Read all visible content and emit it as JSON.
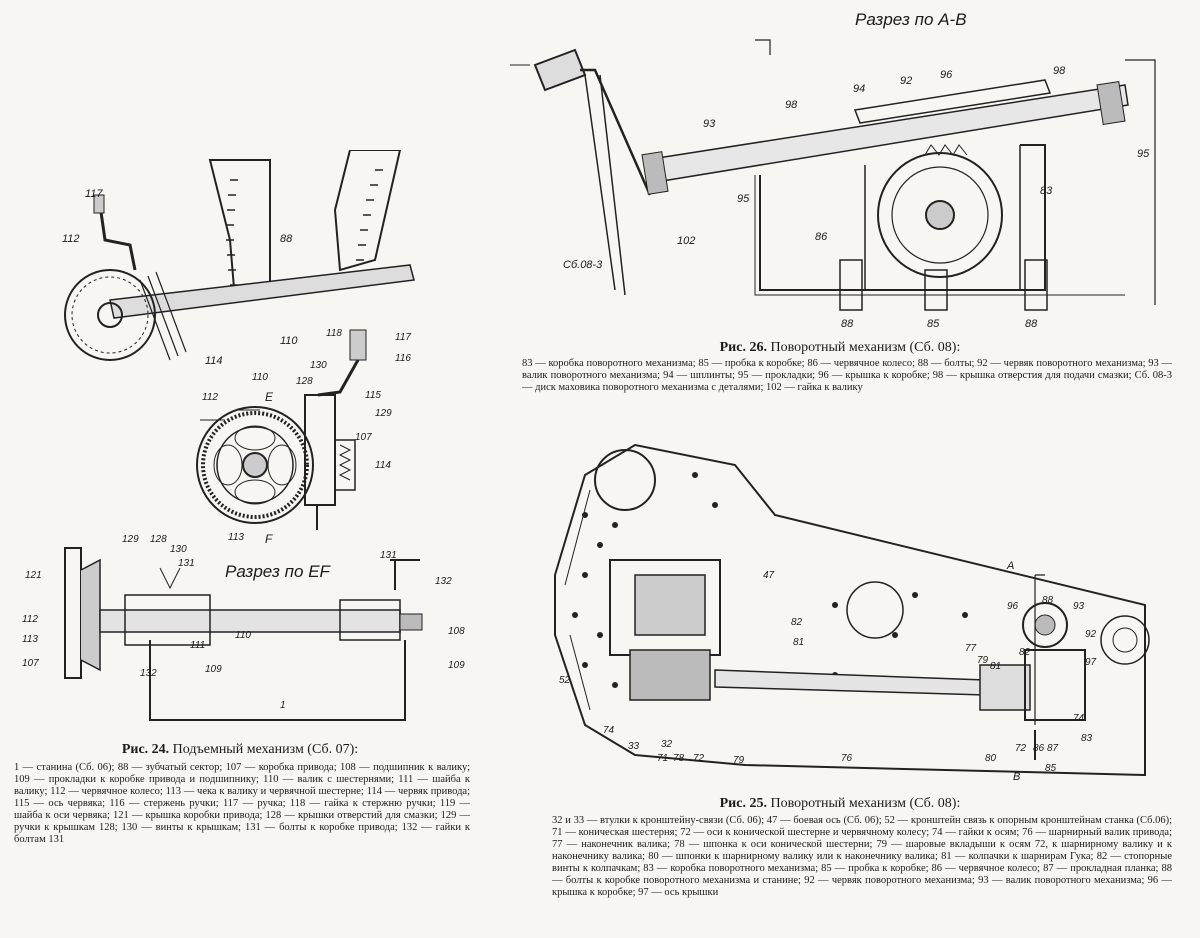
{
  "fig24": {
    "caption_num": "Рис. 24.",
    "caption_text": "Подъемный механизм (Сб. 07):",
    "section_label": "Разрез по EF",
    "legend": "1 — станина (Сб. 06); 88 — зубчатый сектор; 107 — коробка привода; 108 — подшипник к валику; 109 — прокладки к коробке привода и подшипнику; 110 — валик с шестернями; 111 — шайба к валику; 112 — червячное колесо; 113 — чека к валику и червячной шестерне; 114 — червяк привода; 115 — ось червяка; 116 — стержень ручки; 117 — ручка; 118 — гайка к стержню ручки; 119 — шайба к оси червяка; 121 — крышка коробки привода; 128 — крышки отверстий для смазки; 129 — ручки к крышкам 128; 130 — винты к крышкам; 131 — болты к коробке привода; 132 — гайки к болтам 131",
    "callouts": [
      "117",
      "112",
      "88",
      "110",
      "114",
      "118",
      "117",
      "116",
      "130",
      "128",
      "115",
      "129",
      "107",
      "114",
      "110",
      "E",
      "112",
      "113",
      "F",
      "129",
      "128",
      "130",
      "131",
      "121",
      "131",
      "132",
      "112",
      "113",
      "107",
      "111",
      "110",
      "108",
      "132",
      "109",
      "109",
      "1"
    ]
  },
  "fig26": {
    "caption_num": "Рис. 26.",
    "caption_text": "Поворотный механизм (Сб. 08):",
    "section_label": "Разрез по А-В",
    "legend": "83 — коробка поворотного механизма; 85 — пробка к коробке; 86 — червячное колесо; 88 — болты; 92 — червяк поворотного механизма; 93 — валик поворотного механизма; 94 — шплинты; 95 — прокладки; 96 — крышка к коробке; 98 — крышка отверстия для подачи смазки; Сб. 08-3 — диск маховика поворотного механизма с деталями; 102 — гайка к валику",
    "callouts": [
      "94",
      "92",
      "96",
      "98",
      "98",
      "93",
      "95",
      "95",
      "83",
      "86",
      "102",
      "Сб.08-3",
      "88",
      "85",
      "88"
    ]
  },
  "fig25": {
    "caption_num": "Рис. 25.",
    "caption_text": "Поворотный механизм (Сб. 08):",
    "legend": "32 и 33 — втулки к кронштейну-связи (Сб. 06); 47 — боевая ось (Сб. 06); 52 — кронштейн связь к опорным кронштейнам станка (Сб.06); 71 — коническая шестерня; 72 — оси к конической шестерне и червячному колесу; 74 — гайки к осям; 76 — шарнирный валик привода; 77 — наконечник валика; 78 — шпонка к оси конической шестерни; 79 — шаровые вкладыши к осям 72, к шарнирному валику и к наконечнику валика; 80 — шпонки к шарнирному валику или к наконечнику валика; 81 — колпачки к шарнирам Гука; 82 — стопорные винты к колпачкам; 83 — коробка поворотного механизма; 85 — пробка к коробке; 86 — червячное колесо; 87 — прокладная планка; 88 — болты к коробке поворотного механизма и станине; 92 — червяк поворотного механизма; 93 — валик поворотного механизма; 96 — крышка к коробке; 97 — ось крышки",
    "callouts": [
      "47",
      "82",
      "81",
      "52",
      "74",
      "33",
      "71",
      "32",
      "78",
      "72",
      "79",
      "76",
      "77",
      "79",
      "81",
      "82",
      "80",
      "72",
      "86",
      "87",
      "85",
      "83",
      "74",
      "96",
      "88",
      "93",
      "92",
      "97",
      "A",
      "B"
    ]
  }
}
